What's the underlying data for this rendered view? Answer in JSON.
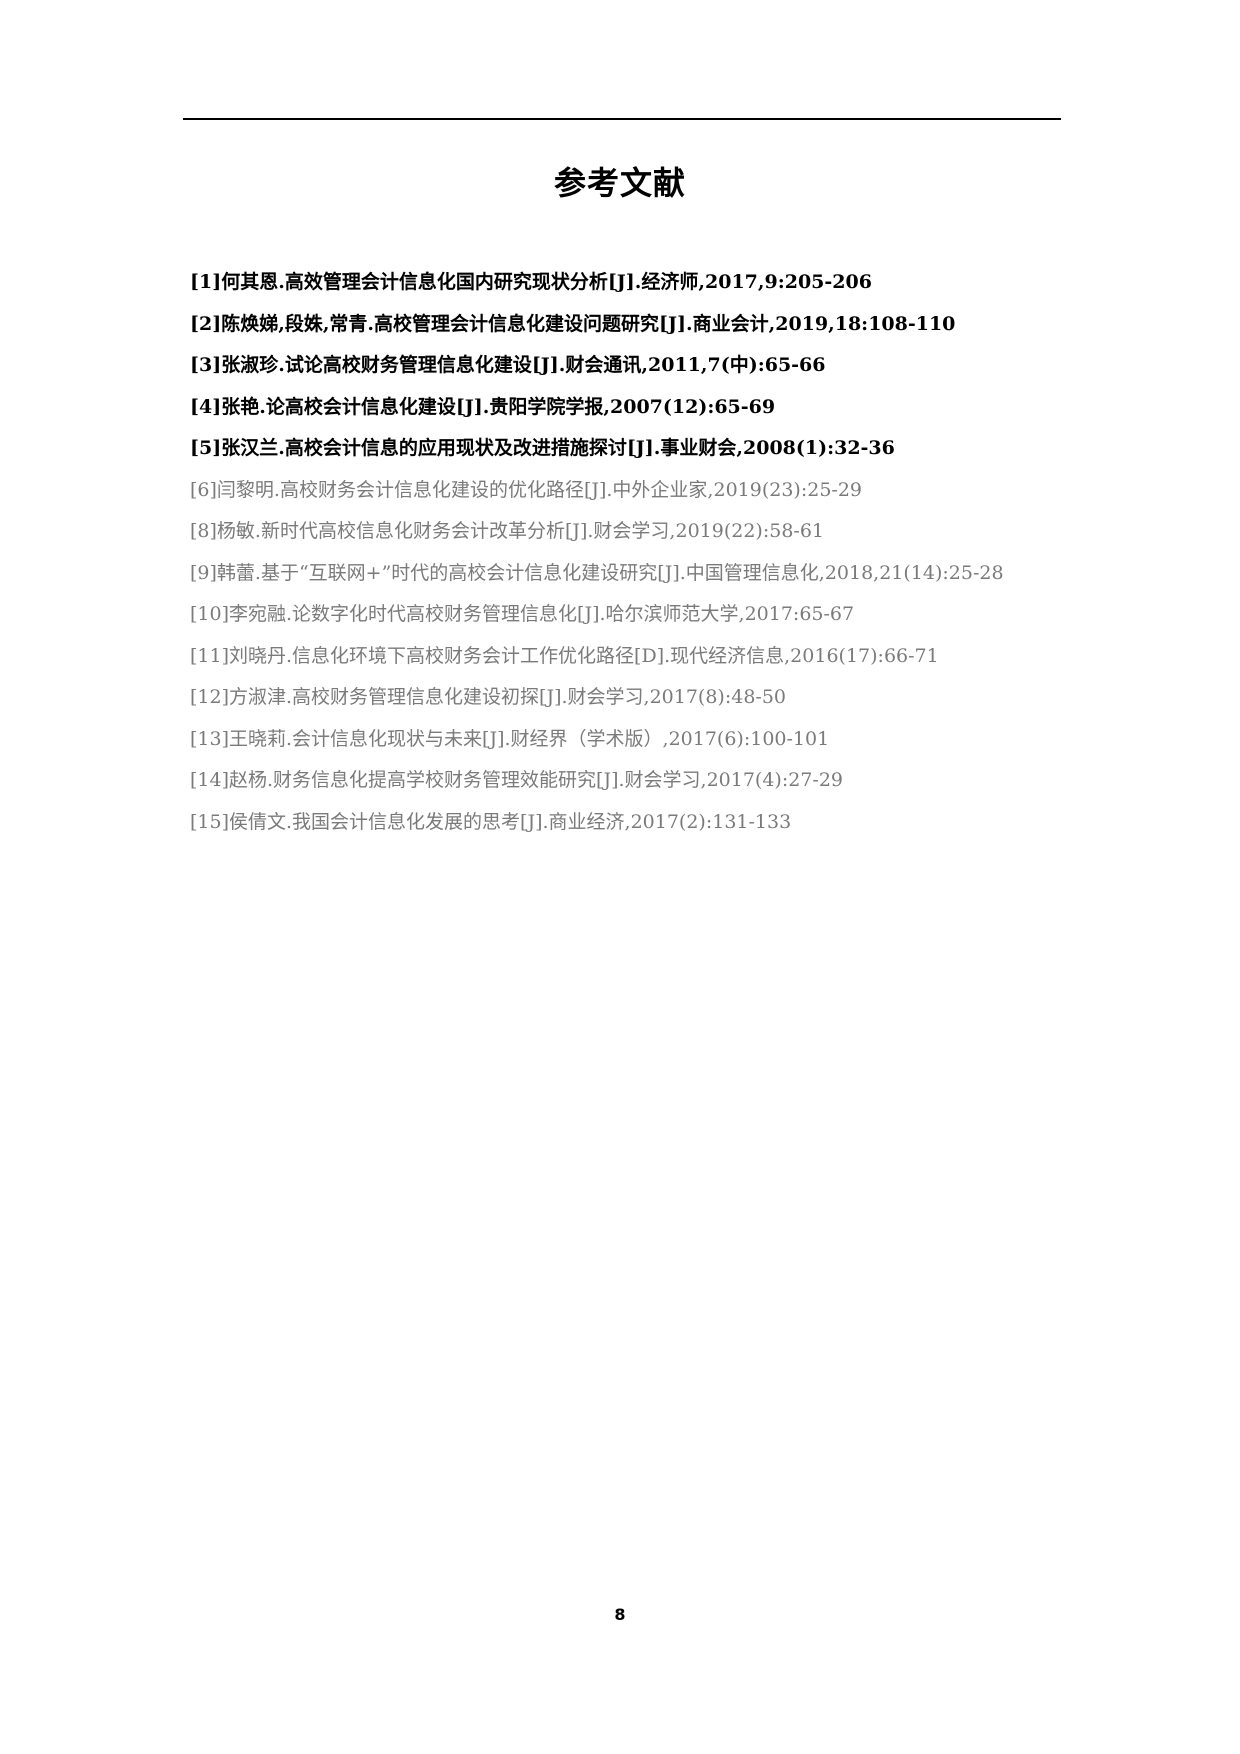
{
  "title": "参考文献",
  "references": [
    {
      "text": "[1]何其恩.高效管理会计信息化国内研究现状分析[J].经济师,2017,9:205-206",
      "style": "dark"
    },
    {
      "text": "[2]陈焕娣,段姝,常青.高校管理会计信息化建设问题研究[J].商业会计,2019,18:108-110",
      "style": "dark"
    },
    {
      "text": "[3]张淑珍.试论高校财务管理信息化建设[J].财会通讯,2011,7(中):65-66",
      "style": "dark"
    },
    {
      "text": "[4]张艳.论高校会计信息化建设[J].贵阳学院学报,2007(12):65-69",
      "style": "dark"
    },
    {
      "text": "[5]张汉兰.高校会计信息的应用现状及改进措施探讨[J].事业财会,2008(1):32-36",
      "style": "dark"
    },
    {
      "text": "[6]闫黎明.高校财务会计信息化建设的优化路径[J].中外企业家,2019(23):25-29",
      "style": "light"
    },
    {
      "text": "[8]杨敏.新时代高校信息化财务会计改革分析[J].财会学习,2019(22):58-61",
      "style": "light"
    },
    {
      "text": "[9]韩蕾.基于“互联网+”时代的高校会计信息化建设研究[J].中国管理信息化,2018,21(14):25-28",
      "style": "light"
    },
    {
      "text": "[10]李宛融.论数字化时代高校财务管理信息化[J].哈尔滨师范大学,2017:65-67",
      "style": "light"
    },
    {
      "text": "[11]刘晓丹.信息化环境下高校财务会计工作优化路径[D].现代经济信息,2016(17):66-71",
      "style": "light"
    },
    {
      "text": "[12]方淑津.高校财务管理信息化建设初探[J].财会学习,2017(8):48-50",
      "style": "light"
    },
    {
      "text": "[13]王晓莉.会计信息化现状与未来[J].财经界（学术版）,2017(6):100-101",
      "style": "light"
    },
    {
      "text": "[14]赵杨.财务信息化提高学校财务管理效能研究[J].财会学习,2017(4):27-29",
      "style": "light"
    },
    {
      "text": "[15]侯倩文.我国会计信息化发展的思考[J].商业经济,2017(2):131-133",
      "style": "light"
    }
  ],
  "page_number": "8"
}
